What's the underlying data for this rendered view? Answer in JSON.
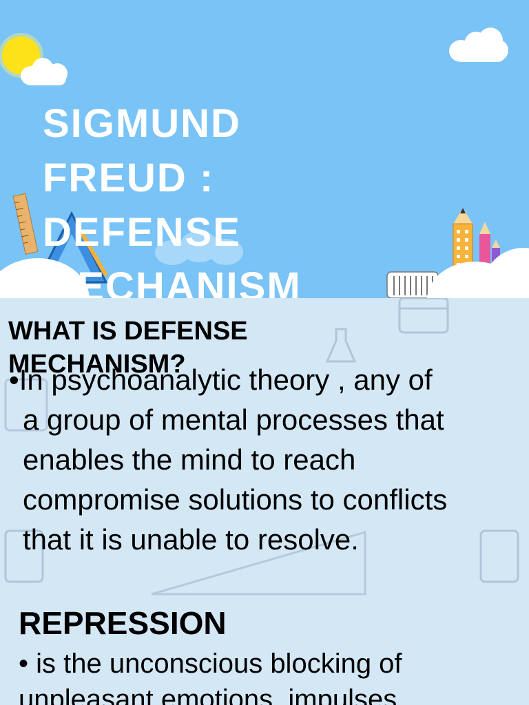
{
  "slide1": {
    "title_lines": [
      "SIGMUND",
      "FREUD :",
      "DEFENSE",
      "MECHANISM"
    ]
  },
  "slide2": {
    "heading_lines": [
      "WHAT IS DEFENSE",
      "MECHANISM?"
    ],
    "definition_lines": [
      "•In psychoanalytic theory , any of",
      "a group of mental processes that",
      "enables the mind to reach",
      "compromise solutions to conflicts",
      "that it is unable to resolve."
    ],
    "section_title": "REPRESSION",
    "section_lines": [
      "• is the unconscious blocking of",
      "unpleasant emotions, impulses,"
    ]
  },
  "colors": {
    "sky": "#79c3f6",
    "sun": "#fde21a",
    "paper": "#d4e7f5",
    "title_text": "#ffffff"
  }
}
